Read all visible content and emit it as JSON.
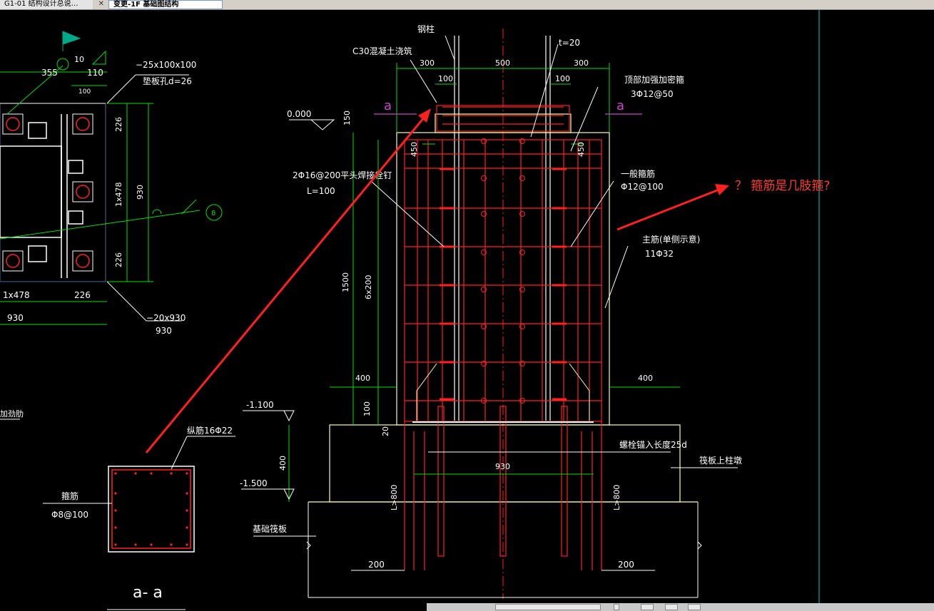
{
  "tabs": [
    {
      "label": "G1-01 结构设计总说…",
      "close": "✕"
    },
    {
      "label": "变更-1F 基础图结构"
    }
  ],
  "annotation": {
    "text": "？ 箍筋是几肢箍?",
    "color": "#ff3b30"
  },
  "colors": {
    "background": "#000000",
    "rebar": "#ff2020",
    "dimension": "#00e000",
    "outline": "#ffffa0",
    "text": "#ffffff",
    "accent": "#00cccc"
  },
  "drawing": {
    "left_plan": {
      "dims": [
        "355",
        "110",
        "100",
        "226",
        "1x478",
        "226",
        "930",
        "1x478",
        "226",
        "930",
        "10"
      ],
      "plate_top": "−25x100x100",
      "plate_top_hole": "垫板孔d=26",
      "plate_bottom": "−20x930",
      "plate_bottom_width": "930",
      "weld_mark": "8"
    },
    "elevation": {
      "steel_column": "钢柱",
      "concrete": "C30混凝土浇筑",
      "t_label": "t=20",
      "top_dims": [
        "300",
        "500",
        "300"
      ],
      "sub_dims": [
        "100",
        "100"
      ],
      "section_mark": "a",
      "elev_0": "0.000",
      "dim_150": "150",
      "dim_450": "450",
      "stud": "2Φ16@200平头焊接栓钉",
      "stud_len": "L=100",
      "top_stirrup_label": "顶部加强加密箍",
      "top_stirrup_value": "3Φ12@50",
      "stirrup_label": "一般箍筋",
      "stirrup_value": "Φ12@100",
      "main_bar_label": "主筋(单侧示意)",
      "main_bar_value": "11Φ32",
      "dim_1500": "1500",
      "dim_6x200": "6x200",
      "dim_400_left": "400",
      "dim_400_right": "400",
      "dim_100": "100",
      "dim_20": "20",
      "elev_m1100": "-1.100",
      "elev_m1500": "-1.500",
      "dim_400_v": "400",
      "bolt_anchor": "螺栓锚入长度25d",
      "raft_label": "筏板上柱墩",
      "dim_930": "930",
      "dim_l800_left": "L>800",
      "dim_l800_right": "L>800",
      "raft_base": "基础筏板",
      "dim_200_left": "200",
      "dim_200_right": "200"
    },
    "section_aa": {
      "long_bar": "纵筋16Φ22",
      "stirrup_label": "箍筋",
      "stirrup_value": "Φ8@100",
      "title": "a- a",
      "left_note": "加劲肋"
    }
  }
}
